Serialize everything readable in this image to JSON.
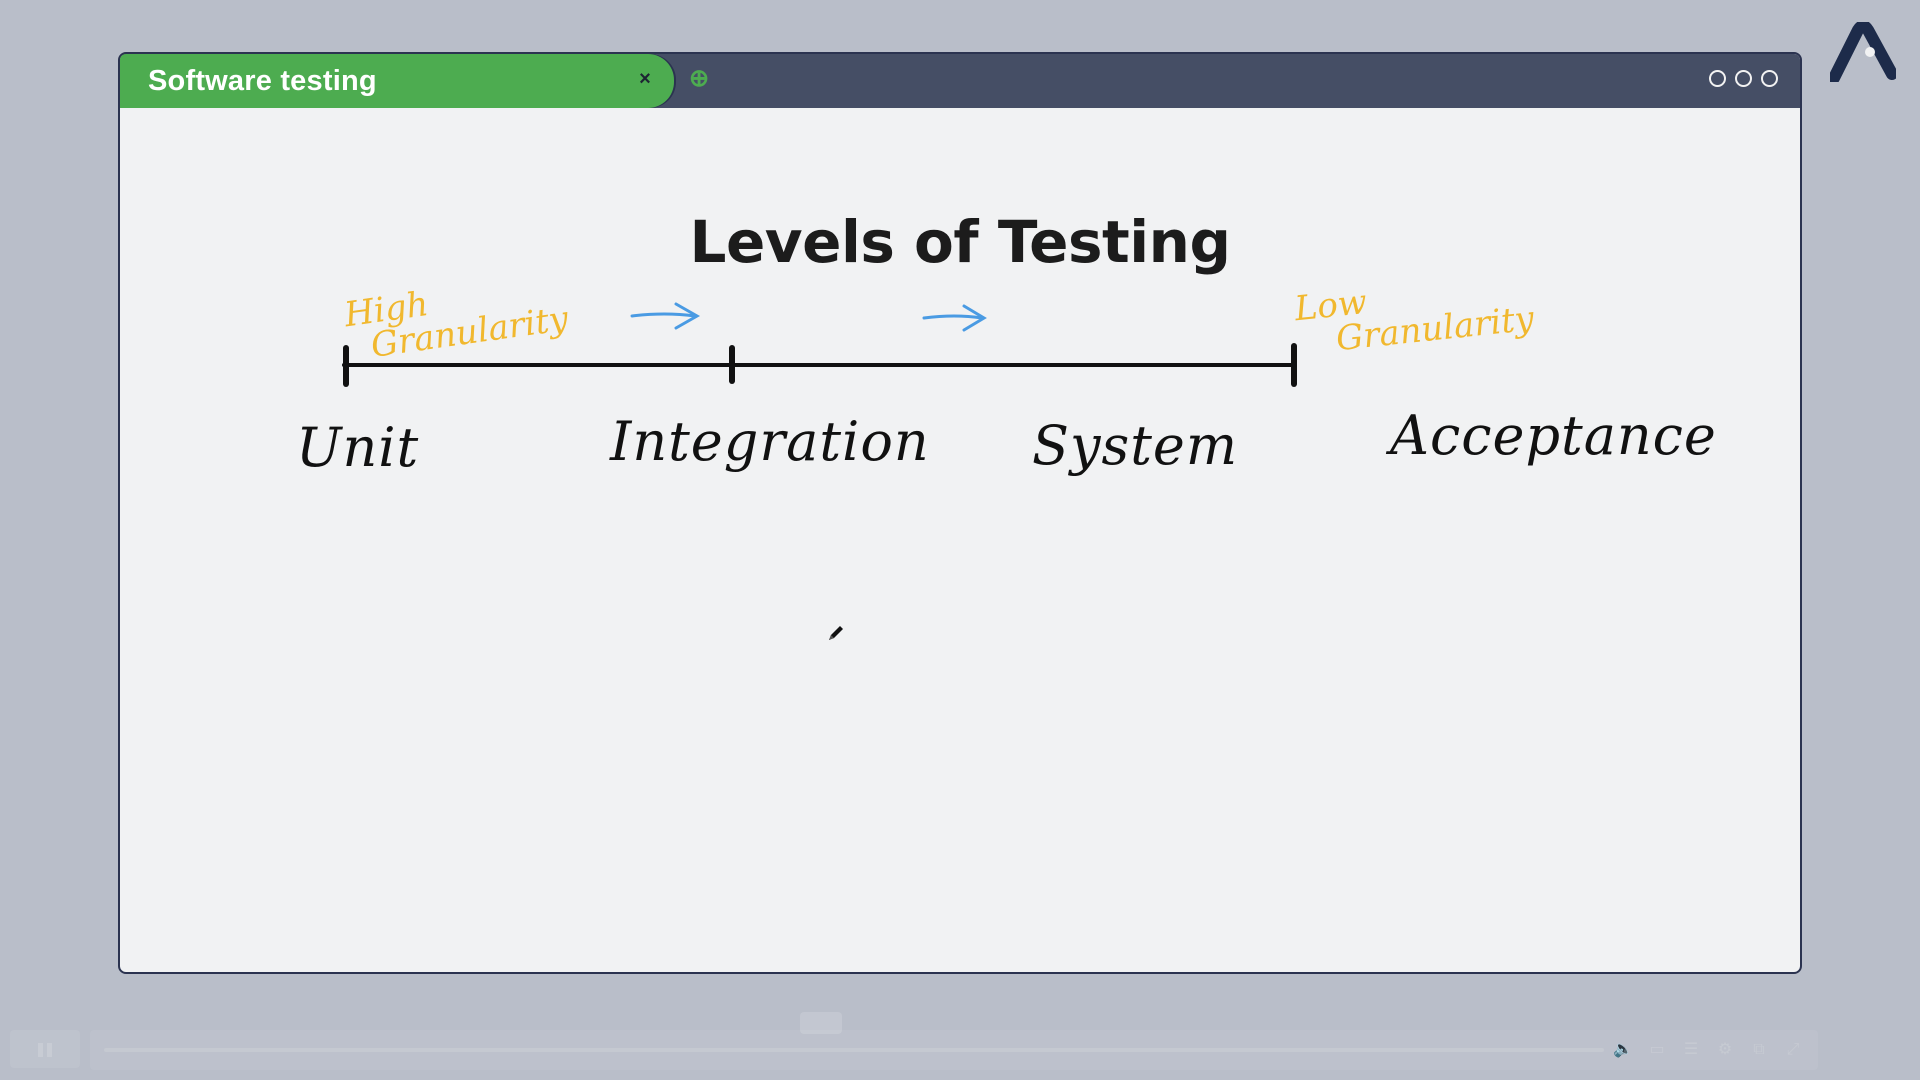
{
  "tab": {
    "title": "Software testing",
    "close_glyph": "×",
    "new_tab_glyph": "⊕"
  },
  "window_controls": [
    "window-dot",
    "window-dot",
    "window-dot"
  ],
  "slide": {
    "title": "Levels of Testing",
    "levels": [
      "Unit",
      "Integration",
      "System",
      "Acceptance"
    ],
    "left_note": [
      "High",
      "Granularity"
    ],
    "right_note": [
      "Low",
      "Granularity"
    ]
  },
  "player": {
    "icons": [
      "volume-icon",
      "captions-icon",
      "transcript-icon",
      "settings-icon",
      "picture-in-picture-icon",
      "fullscreen-icon"
    ]
  },
  "colors": {
    "tab_green": "#4dac50",
    "titlebar": "#454e65",
    "highlight_yellow": "#f1b82e",
    "arrow_blue": "#4a9be3",
    "board": "#f1f2f3",
    "background": "#b9bec9"
  },
  "icons": {
    "logo": "brand-logo-icon",
    "pencil": "pencil-cursor-icon"
  }
}
